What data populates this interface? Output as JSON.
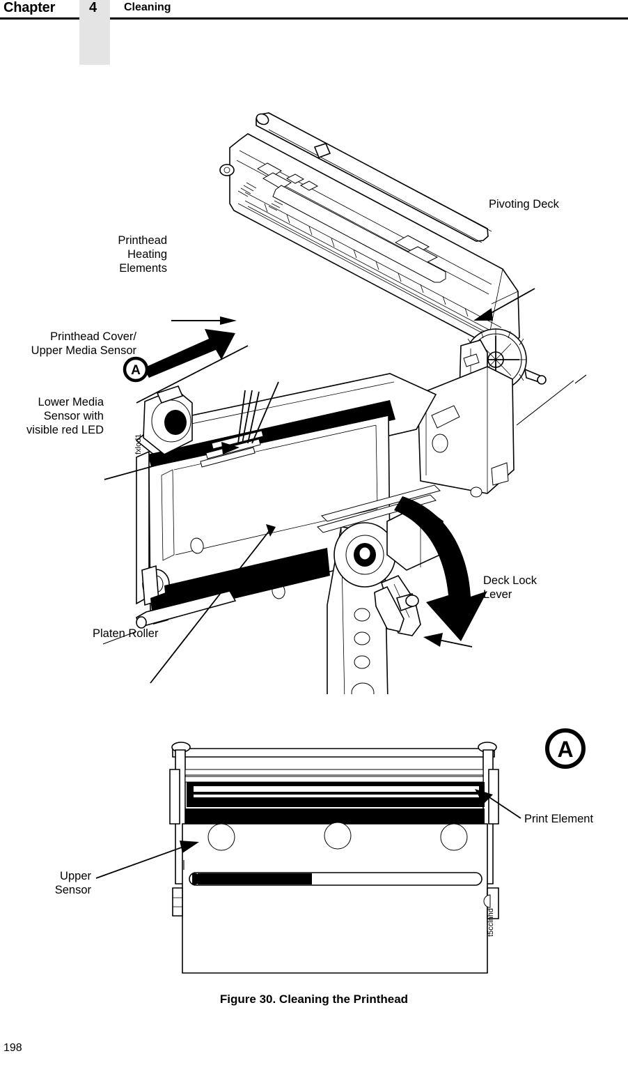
{
  "header": {
    "chapter_word": "Chapter",
    "chapter_number": "4",
    "chapter_title": "Cleaning"
  },
  "figure": {
    "caption": "Figure 30. Cleaning the Printhead",
    "upper": {
      "artwork_id": "fxlod1",
      "callout_letter": "A",
      "labels": {
        "printhead_heating_elements": "Printhead\nHeating\nElements",
        "printhead_heating_elements_line1": "Printhead",
        "printhead_heating_elements_line2": "Heating",
        "printhead_heating_elements_line3": "Elements",
        "printhead_cover_line1": "Printhead Cover/",
        "printhead_cover_line2": "Upper Media Sensor",
        "lower_media_sensor_line1": "Lower Media",
        "lower_media_sensor_line2": "Sensor with",
        "lower_media_sensor_line3": "visible red LED",
        "platen_roller": "Platen Roller",
        "pivoting_deck": "Pivoting Deck",
        "deck_lock_lever_line1": "Deck Lock",
        "deck_lock_lever_line2": "Lever"
      }
    },
    "lower": {
      "artwork_id": "t5cclnhd",
      "callout_letter": "A",
      "labels": {
        "print_element": "Print Element",
        "upper_sensor_line1": "Upper",
        "upper_sensor_line2": "Sensor"
      }
    }
  },
  "footer": {
    "page_number": "198"
  },
  "colors": {
    "ink": "#000000",
    "paper": "#ffffff",
    "tab_gray": "#e4e4e4"
  }
}
